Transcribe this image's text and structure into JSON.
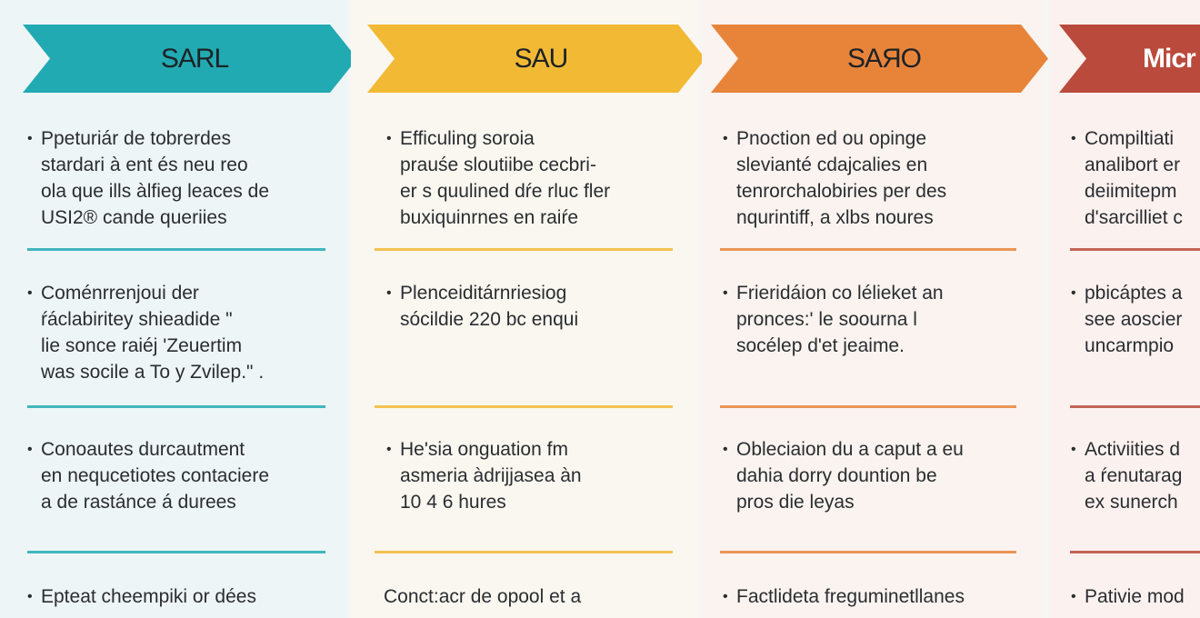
{
  "columns": [
    {
      "header": "SARL",
      "color": "#22aab3",
      "background": "#eef5f7",
      "items": [
        {
          "bullet": true,
          "lines": [
            "Ppeturiár de tobrerdes",
            "stardari à ent és neu reo",
            "ola que ills àlfieg leaces de",
            "USI2® cande queriies"
          ]
        },
        {
          "bullet": true,
          "lines": [
            "Coménrrenjoui der",
            "ŕáclabiritey shieadide \"",
            "lie sonce raiéj 'Zeuertim",
            "was socile a To y Zvilep.\" ."
          ]
        },
        {
          "bullet": true,
          "lines": [
            "Conoautes durcautment",
            "en nequcetiotes contaciere",
            "a de rastánce á durees"
          ]
        },
        {
          "bullet": true,
          "lines": [
            "Epteat cheempiki or dées"
          ]
        }
      ]
    },
    {
      "header": "SAU",
      "color": "#f2b935",
      "background": "#faf7f0",
      "items": [
        {
          "bullet": true,
          "lines": [
            "Efficuling soroia",
            "prauśe sloutiibe cecbri-",
            "er s quulined dŕe rluc fler",
            "buxiquinrnes en raiŕe"
          ]
        },
        {
          "bullet": true,
          "lines": [
            "Plenceiditárnriesiog",
            "sócildie 220 bc enqui"
          ]
        },
        {
          "bullet": true,
          "lines": [
            "He'sia onguation fm",
            "asmeria àdrijjasea àn",
            "10 4 6 hures"
          ]
        },
        {
          "bullet": false,
          "lines": [
            "Conct:acr de opool et a"
          ]
        }
      ]
    },
    {
      "header": "SAЯO",
      "color": "#e8843a",
      "background": "#faf3ef",
      "items": [
        {
          "bullet": true,
          "lines": [
            "Pnoction ed ou opinge",
            "slevianté cdajcalies en",
            "tenrorchalobiries per des",
            "nqurintiff, a xlbs noures"
          ]
        },
        {
          "bullet": true,
          "lines": [
            "Frieridáion co lélieket an",
            "pronces:' le soourna l",
            "socélep d'et jeaime."
          ]
        },
        {
          "bullet": true,
          "lines": [
            "Obleciaion du a caput a eu",
            "dahia dorry dountion be",
            "pros die leyas"
          ]
        },
        {
          "bullet": true,
          "lines": [
            "Factlideta freguminetllanes"
          ]
        }
      ]
    },
    {
      "header": "Micr",
      "color": "#b94a3c",
      "background": "#fbf1ef",
      "items": [
        {
          "bullet": true,
          "lines": [
            "Compiltiati",
            "analibort er",
            "deiimitepm",
            "d'sarcilliet c"
          ]
        },
        {
          "bullet": true,
          "lines": [
            "pbicáptes a",
            "see aoscier",
            "uncarmpio"
          ]
        },
        {
          "bullet": true,
          "lines": [
            "Activiities d",
            "a ŕenutarag",
            "ex sunerch"
          ]
        },
        {
          "bullet": true,
          "lines": [
            "Pativie mod"
          ]
        }
      ]
    }
  ]
}
